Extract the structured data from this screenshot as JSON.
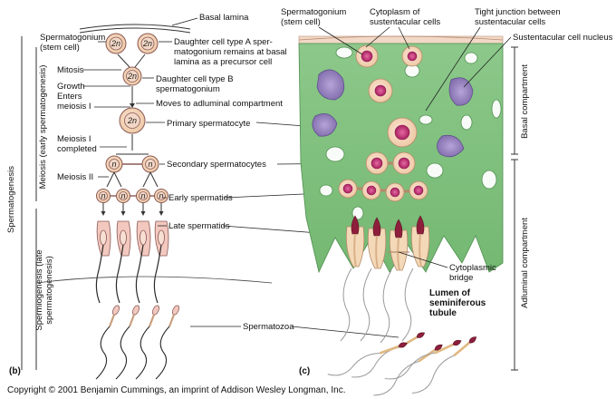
{
  "labels": {
    "basal_lamina": "Basal lamina",
    "spermatogonium_stem_left": "Spermatogonium\n(stem cell)",
    "daughter_a": "Daughter cell type A sper-\nmatogonium remains at basal\nlamina as a precursor cell",
    "mitosis": "Mitosis",
    "growth": "Growth",
    "daughter_b": "Daughter cell type B\nspermatogonium",
    "enters_meiosis": "Enters\nmeiosis I",
    "moves_adluminal": "Moves to adluminal compartment",
    "primary_spermatocyte": "Primary spermatocyte",
    "meiosis_i_completed": "Meiosis I\ncompleted",
    "secondary_spermatocytes": "Secondary spermatocytes",
    "meiosis_ii": "Meiosis II",
    "early_spermatids": "Early spermatids",
    "late_spermatids": "Late spermatids",
    "spermatozoa": "Spermatozoa",
    "spermatogonium_stem_right": "Spermatogonium\n(stem cell)",
    "cytoplasm_sustentacular": "Cytoplasm of\nsustentacular cells",
    "tight_junction": "Tight junction between\nsustentacular cells",
    "sustentacular_nucleus": "Sustentacular cell nucleus",
    "cytoplasmic_bridge": "Cytoplasmic\nbridge",
    "lumen": "Lumen of\nseminiferous\ntubule"
  },
  "side_labels": {
    "spermatogenesis": "Spermatogenesis",
    "meiosis_early": "Meiosis (early spermatogenesis)",
    "spermiogenesis": "Spermiogenesis (late\nspermatogenesis)",
    "basal_compartment": "Basal compartment",
    "adluminal_compartment": "Adluminal compartment"
  },
  "cell_labels": {
    "two_n": "2n",
    "n": "n"
  },
  "panels": {
    "b": "(b)",
    "c": "(c)"
  },
  "copyright": "Copyright © 2001 Benjamin Cummings, an imprint of Addison Wesley Longman, Inc.",
  "colors": {
    "cell_fill": "#f3c9bf",
    "cell_stroke": "#8b5a55",
    "tissue_green": "#7fc07a",
    "tissue_dark": "#5aa55a",
    "magenta": "#c2367a",
    "nucleus_purple": "#8d7ab8",
    "head_maroon": "#8e1f3c",
    "tail_tan": "#e9c69a"
  }
}
